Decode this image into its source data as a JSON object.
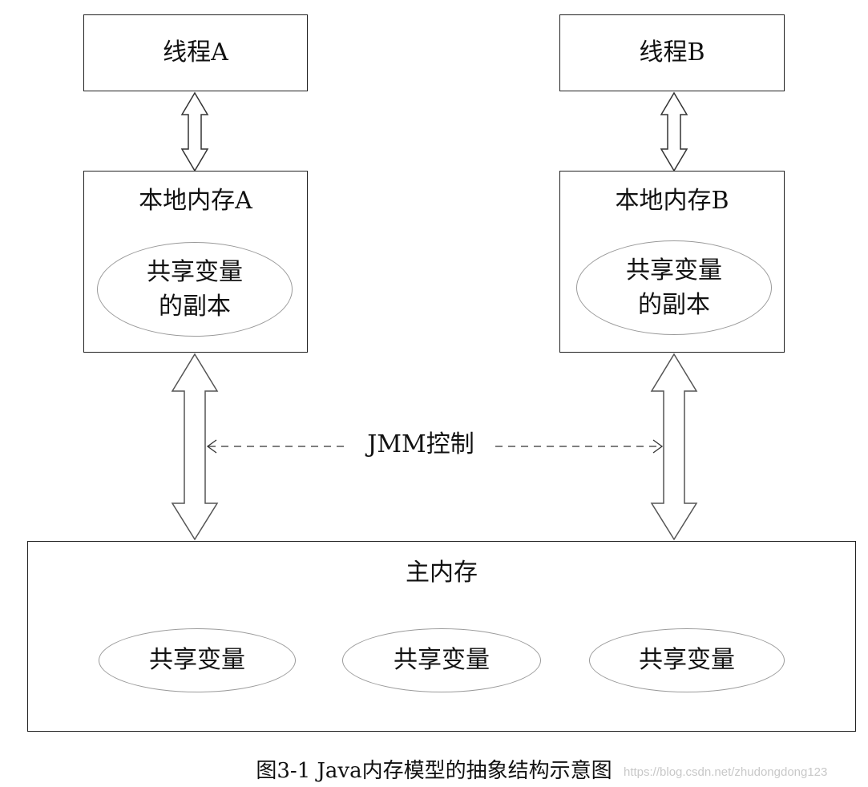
{
  "thread_a": {
    "label": "线程A"
  },
  "thread_b": {
    "label": "线程B"
  },
  "local_memory_a": {
    "label": "本地内存A",
    "copy_line1": "共享变量",
    "copy_line2": "的副本"
  },
  "local_memory_b": {
    "label": "本地内存B",
    "copy_line1": "共享变量",
    "copy_line2": "的副本"
  },
  "jmm_control": {
    "label": "JMM控制"
  },
  "main_memory": {
    "label": "主内存",
    "shared_variables": [
      "共享变量",
      "共享变量",
      "共享变量"
    ]
  },
  "caption": "图3-1  Java内存模型的抽象结构示意图",
  "watermark": "https://blog.csdn.net/zhudongdong123",
  "colors": {
    "box_border": "#222222",
    "ellipse_border": "#9a9a9a",
    "arrow_stroke": "#333333",
    "watermark": "#c8c8c8"
  }
}
